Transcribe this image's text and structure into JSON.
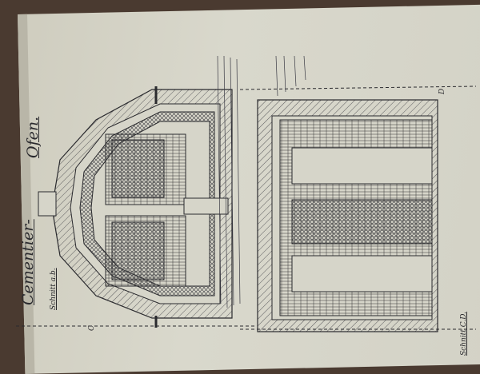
{
  "drawing": {
    "title_part1": "Cementier-",
    "title_part2": "Ofen.",
    "section_ab": "Schnitt a.b.",
    "section_cd": "Schnitt C.D.",
    "marker_c": "C",
    "marker_d": "D"
  },
  "colors": {
    "paper": "#d6d5c9",
    "ink": "#2a2a2e",
    "wood": "#4a3a30"
  }
}
